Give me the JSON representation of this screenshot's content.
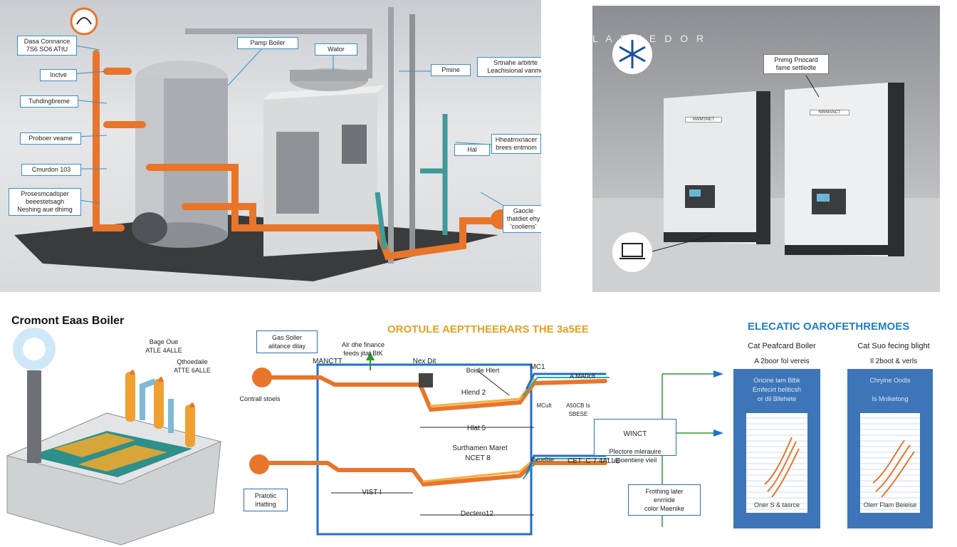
{
  "top_left": {
    "callouts": {
      "gas_connection": "Dasa Connance\n7S6 SO6 ATtU",
      "intake": "Inctve",
      "tubing": "Tuhdingbreme",
      "pressure": "Proboer veame",
      "combustion": "Cmurdon 103",
      "condensate": "Prosesmcadsper\nbeeestetsagh\nNeshing aue dhimg",
      "pump_boiler": "Pamp Boiler",
      "water": "Wator",
      "pump": "Pmine",
      "system_control": "Srtnahe arbitrte\nLeachisional vanme",
      "heat": "Hal",
      "heat_exchanger": "Hheatmxnacer\nbrees entmom",
      "guide": "Gaocle\nthatdiet ehy\n'cooliens'"
    }
  },
  "top_right": {
    "brand": "L  A E T E D O R",
    "note": "Pnimg Pnocard\nfame settledte",
    "unit_left_label": "NWMSNET",
    "unit_right_label": "NWMANCT",
    "icons": [
      "snowflake-icon",
      "laptop-icon"
    ]
  },
  "bottom_left": {
    "title": "Cromont Eaas Boiler",
    "label_a": "Bage Oue\nATLE 4ALLE",
    "label_b": "Qthoedaile\nATTE 6ALLE"
  },
  "bottom_center": {
    "title": "OROTULE AEPTTHEERARS THE 3a5EE",
    "labels": {
      "gas_boiler": "Gas Soller\nalitance dilay",
      "alt_heat": "Alr dhe finance\nfeeds jitat BtK",
      "mantt_top": "MANCTT",
      "next_dit": "Nex Dit",
      "boiler_heat": "Boidle Hlert",
      "mc1": "MC1",
      "a_mac": "A MA0c8",
      "control_stoels": "Contrall stoels",
      "hend2": "Hlend 2",
      "mcuit": "MCult",
      "a50c": "A50CB Is\nSBESE",
      "hat5": "Hlat 5",
      "winct": "WINCT",
      "pleatore": "Plectore mlerauire\napoentiere vieil",
      "subthamen": "Surthamen Maret",
      "ncet8": "NCET 8",
      "oeutble": "Oeuelble",
      "cetc": "CET .C 7 4ALLE",
      "prostic": "Pratotic\nlrtatting",
      "vist": "VIST I",
      "frothing": "Frothing later\nenrriide\ncolor Maenike",
      "dectero": "Dectero12"
    }
  },
  "bottom_right": {
    "title": "ELECATIC OAROFETHREMOES",
    "col1": {
      "heading": "Cat Peafcard Boiler",
      "sub": "A 2boor fol vereis",
      "top_text": "Oncine lam Blbk\nEmfecirt beliticsh\nor dil Bllehete",
      "bottom_text": "Oner S & tasrce"
    },
    "col2": {
      "heading": "Cat Suo fecing blight",
      "sub": "Il 2boot & verls",
      "top_text": "Chryine Oodis\n\nIs Mnlketong",
      "bottom_text": "Olerr Flam Beieise"
    }
  }
}
